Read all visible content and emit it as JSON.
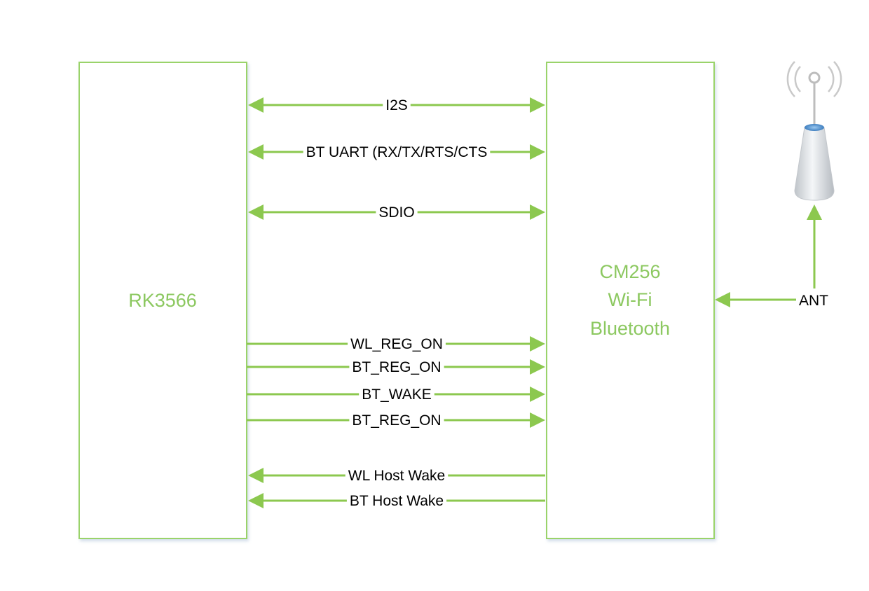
{
  "blocks": {
    "left": {
      "title": "RK3566"
    },
    "right": {
      "lines": [
        "CM256",
        "Wi-Fi",
        "Bluetooth"
      ]
    }
  },
  "signals": [
    {
      "label": "I2S",
      "direction": "bidirectional"
    },
    {
      "label": "BT UART (RX/TX/RTS/CTS",
      "direction": "bidirectional"
    },
    {
      "label": "SDIO",
      "direction": "bidirectional"
    },
    {
      "label": "WL_REG_ON",
      "direction": "to-module"
    },
    {
      "label": "BT_REG_ON",
      "direction": "to-module"
    },
    {
      "label": "BT_WAKE",
      "direction": "to-module"
    },
    {
      "label": "BT_REG_ON",
      "direction": "to-module"
    },
    {
      "label": "WL Host Wake",
      "direction": "to-host"
    },
    {
      "label": "BT Host Wake",
      "direction": "to-host"
    }
  ],
  "antenna": {
    "label": "ANT",
    "icon": "antenna-icon"
  },
  "colors": {
    "accent": "#8cc84f",
    "block_border": "#9ad36a",
    "block_text": "#8cc860",
    "signal_text": "#000000"
  }
}
